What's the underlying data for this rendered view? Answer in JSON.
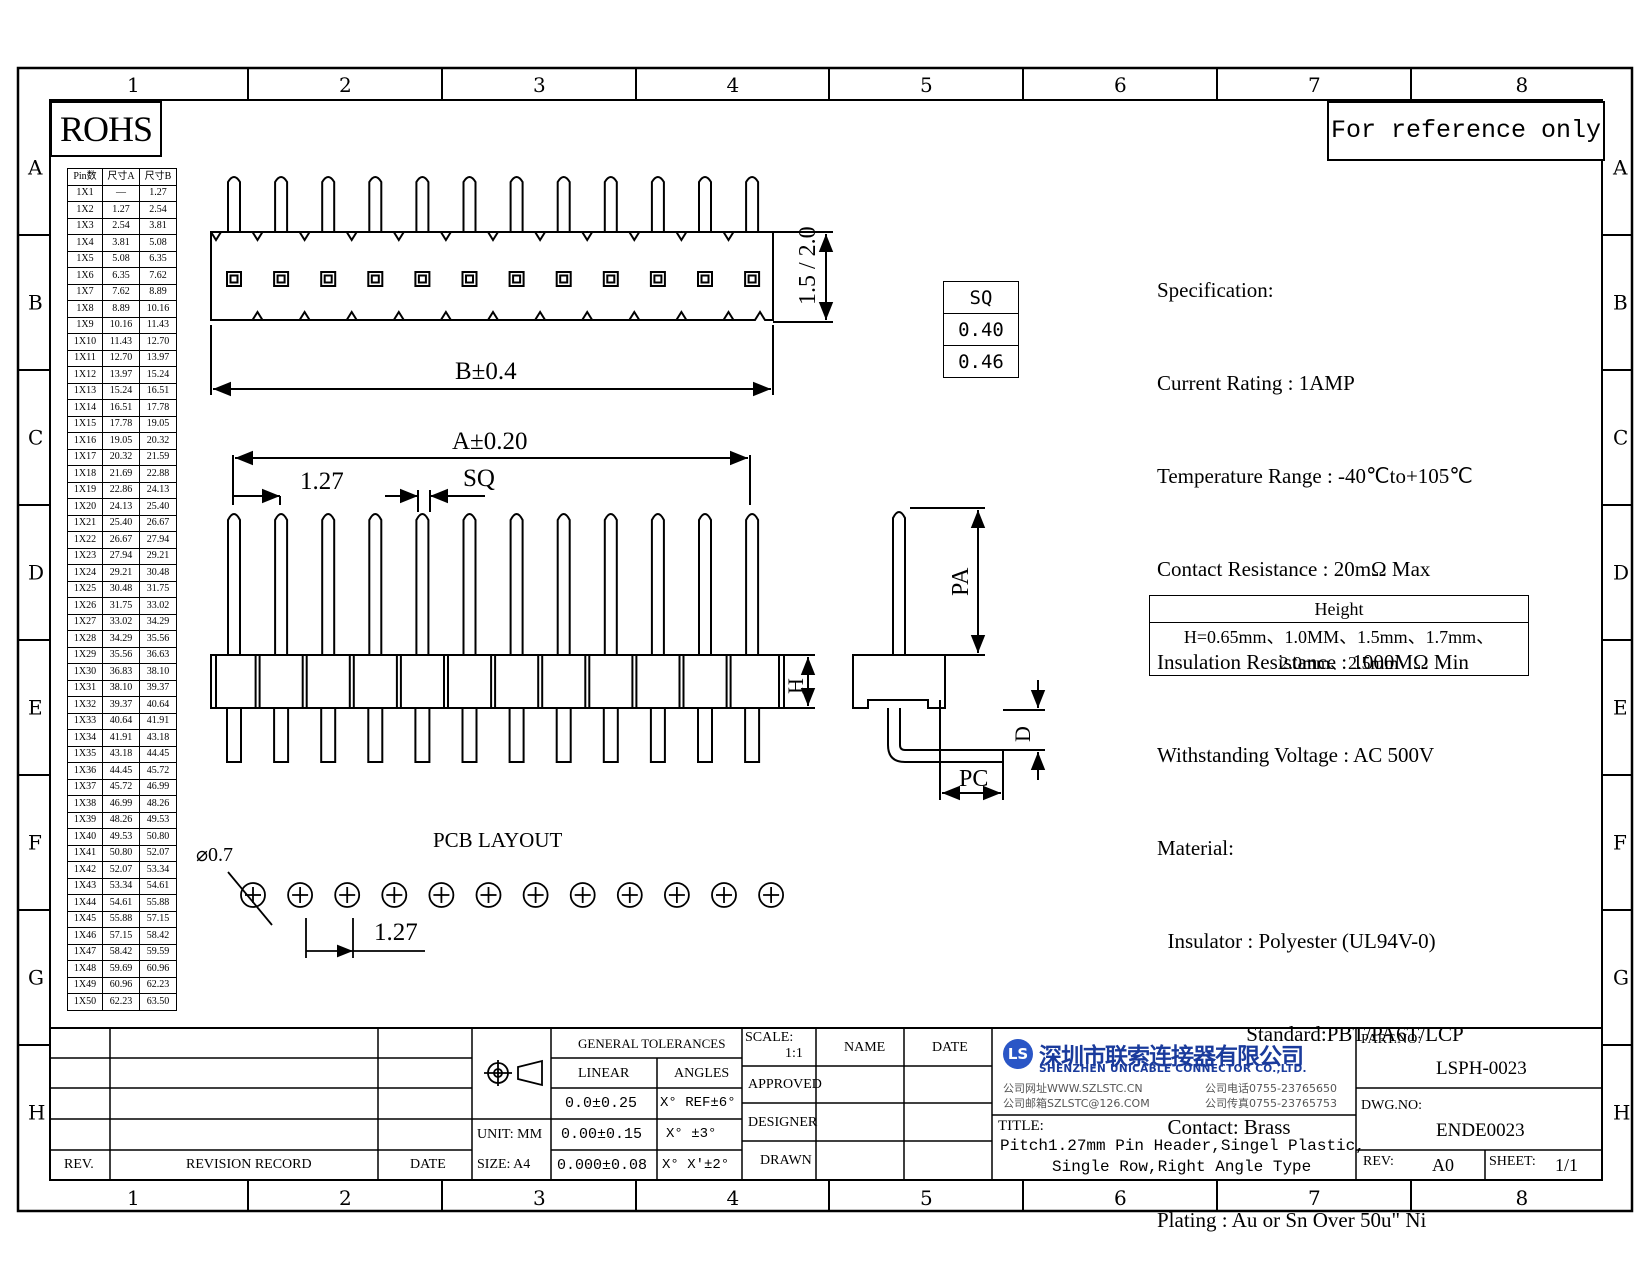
{
  "zones_top": [
    "1",
    "2",
    "3",
    "4",
    "5",
    "6",
    "7",
    "8"
  ],
  "zones_side": [
    "A",
    "B",
    "C",
    "D",
    "E",
    "F",
    "G",
    "H"
  ],
  "rohs": "ROHS",
  "reference_note": "For reference only",
  "pin_table": {
    "headers": [
      "Pin数",
      "尺寸A",
      "尺寸B"
    ],
    "rows": [
      [
        "1X1",
        "—",
        "1.27"
      ],
      [
        "1X2",
        "1.27",
        "2.54"
      ],
      [
        "1X3",
        "2.54",
        "3.81"
      ],
      [
        "1X4",
        "3.81",
        "5.08"
      ],
      [
        "1X5",
        "5.08",
        "6.35"
      ],
      [
        "1X6",
        "6.35",
        "7.62"
      ],
      [
        "1X7",
        "7.62",
        "8.89"
      ],
      [
        "1X8",
        "8.89",
        "10.16"
      ],
      [
        "1X9",
        "10.16",
        "11.43"
      ],
      [
        "1X10",
        "11.43",
        "12.70"
      ],
      [
        "1X11",
        "12.70",
        "13.97"
      ],
      [
        "1X12",
        "13.97",
        "15.24"
      ],
      [
        "1X13",
        "15.24",
        "16.51"
      ],
      [
        "1X14",
        "16.51",
        "17.78"
      ],
      [
        "1X15",
        "17.78",
        "19.05"
      ],
      [
        "1X16",
        "19.05",
        "20.32"
      ],
      [
        "1X17",
        "20.32",
        "21.59"
      ],
      [
        "1X18",
        "21.69",
        "22.88"
      ],
      [
        "1X19",
        "22.86",
        "24.13"
      ],
      [
        "1X20",
        "24.13",
        "25.40"
      ],
      [
        "1X21",
        "25.40",
        "26.67"
      ],
      [
        "1X22",
        "26.67",
        "27.94"
      ],
      [
        "1X23",
        "27.94",
        "29.21"
      ],
      [
        "1X24",
        "29.21",
        "30.48"
      ],
      [
        "1X25",
        "30.48",
        "31.75"
      ],
      [
        "1X26",
        "31.75",
        "33.02"
      ],
      [
        "1X27",
        "33.02",
        "34.29"
      ],
      [
        "1X28",
        "34.29",
        "35.56"
      ],
      [
        "1X29",
        "35.56",
        "36.63"
      ],
      [
        "1X30",
        "36.83",
        "38.10"
      ],
      [
        "1X31",
        "38.10",
        "39.37"
      ],
      [
        "1X32",
        "39.37",
        "40.64"
      ],
      [
        "1X33",
        "40.64",
        "41.91"
      ],
      [
        "1X34",
        "41.91",
        "43.18"
      ],
      [
        "1X35",
        "43.18",
        "44.45"
      ],
      [
        "1X36",
        "44.45",
        "45.72"
      ],
      [
        "1X37",
        "45.72",
        "46.99"
      ],
      [
        "1X38",
        "46.99",
        "48.26"
      ],
      [
        "1X39",
        "48.26",
        "49.53"
      ],
      [
        "1X40",
        "49.53",
        "50.80"
      ],
      [
        "1X41",
        "50.80",
        "52.07"
      ],
      [
        "1X42",
        "52.07",
        "53.34"
      ],
      [
        "1X43",
        "53.34",
        "54.61"
      ],
      [
        "1X44",
        "54.61",
        "55.88"
      ],
      [
        "1X45",
        "55.88",
        "57.15"
      ],
      [
        "1X46",
        "57.15",
        "58.42"
      ],
      [
        "1X47",
        "58.42",
        "59.59"
      ],
      [
        "1X48",
        "59.69",
        "60.96"
      ],
      [
        "1X49",
        "60.96",
        "62.23"
      ],
      [
        "1X50",
        "62.23",
        "63.50"
      ]
    ]
  },
  "dims": {
    "b_tol": "B±0.4",
    "height_label": "1.5 / 2.0",
    "a_tol": "A±0.20",
    "pitch_top": "1.27",
    "sq_label": "SQ",
    "pa": "PA",
    "h": "H",
    "d": "D",
    "pc": "PC",
    "pcb_layout": "PCB LAYOUT",
    "hole_dia": "⌀0.7",
    "pitch_pcb": "1.27"
  },
  "sq_table": {
    "header": "SQ",
    "values": [
      "0.40",
      "0.46"
    ]
  },
  "spec_lines": [
    "Specification:",
    "Current Rating : 1AMP",
    "Temperature Range : -40℃to+105℃",
    "Contact Resistance : 20mΩ Max",
    "Insulation Resistance : 1000MΩ Min",
    "Withstanding Voltage : AC 500V",
    "Material:",
    "  Insulator : Polyester (UL94V-0)",
    "                 Standard:PBT/PA6T/LCP",
    "  Contact: Brass",
    "Plating : Au or Sn Over 50u\" Ni"
  ],
  "height_table": {
    "header": "Height",
    "value": "H=0.65mm、1.0MM、1.5mm、1.7mm、2.0mm、2.5mm"
  },
  "title_block": {
    "rev": "REV.",
    "revision_record": "REVISION RECORD",
    "date": "DATE",
    "unit": "UNIT: MM",
    "size": "SIZE: A4",
    "general_tolerances": "GENERAL TOLERANCES",
    "linear": "LINEAR",
    "angles": "ANGLES",
    "tol_rows": [
      [
        "0.0±0.25",
        "X° REF±6°"
      ],
      [
        "0.00±0.15",
        "X° ±3°"
      ],
      [
        "0.000±0.08",
        "X° X'±2°"
      ]
    ],
    "scale_label": "SCALE:",
    "scale": "1:1",
    "name": "NAME",
    "date2": "DATE",
    "approved": "APPROVED",
    "designer": "DESIGNER",
    "drawn": "DRAWN",
    "company_cn": "深圳市联索连接器有限公司",
    "company_en": "SHENZHEN UNICABLE CONNECTOR CO.,LTD.",
    "web": "公司网址WWW.SZLSTC.CN",
    "mail": "公司邮箱SZLSTC@126.COM",
    "tel": "公司电话0755-23765650",
    "fax": "公司传真0755-23765753",
    "logo": "LS",
    "title_label": "TITLE:",
    "title_line1": "Pitch1.27mm Pin Header,Singel Plastic,",
    "title_line2": "Single Row,Right Angle Type",
    "part_no_label": "PART.NO:",
    "part_no": "LSPH-0023",
    "dwg_no_label": "DWG.NO:",
    "dwg_no": "ENDE0023",
    "rev_label": "REV:",
    "rev_value": "A0",
    "sheet_label": "SHEET:",
    "sheet_value": "1/1"
  }
}
